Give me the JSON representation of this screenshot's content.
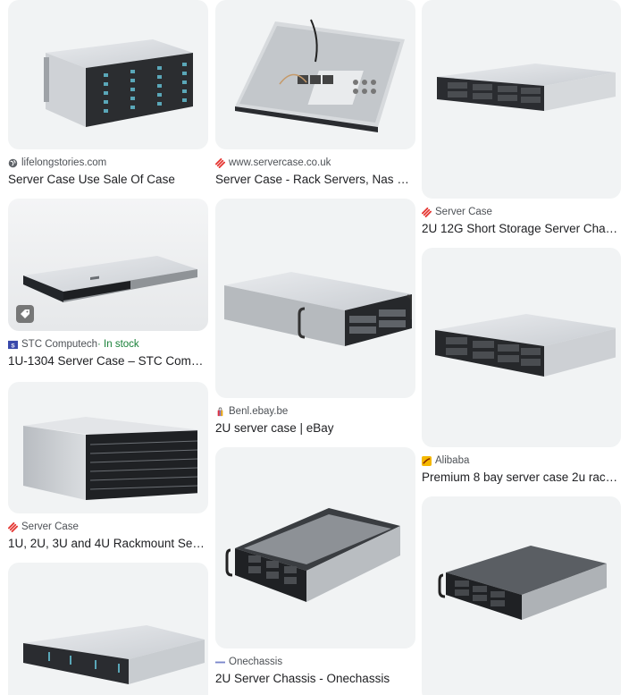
{
  "results": {
    "col1": [
      {
        "source": "lifelongstories.com",
        "favicon": "globe-icon",
        "title": "Server Case Use Sale Of Case",
        "image": "4u-24-bay-server-case"
      },
      {
        "source": "STC Computech",
        "extra": " · In stock",
        "favicon": "stc-logo-icon",
        "title": "1U-1304 Server Case – STC Compu…",
        "image": "1u-server-case",
        "badge": "product-tag-icon"
      },
      {
        "source": "Server Case",
        "favicon": "servercase-logo-icon",
        "title": "1U, 2U, 3U and 4U Rackmount Serv…",
        "image": "4u-24-bay-rackmount"
      },
      {
        "source": "",
        "favicon": "",
        "title": "",
        "image": "2u-8-bay-server"
      }
    ],
    "col2": [
      {
        "source": "www.servercase.co.uk",
        "favicon": "servercase-logo-icon",
        "title": "Server Case - Rack Servers, Nas Ca…",
        "image": "1u-open-chassis"
      },
      {
        "source": "Benl.ebay.be",
        "favicon": "ebay-bag-icon",
        "title": "2U server case | eBay",
        "image": "2u-server-case"
      },
      {
        "source": "Onechassis",
        "favicon": "onechassis-logo-icon",
        "title": "2U Server Chassis - Onechassis",
        "image": "2u-open-chassis"
      }
    ],
    "col3": [
      {
        "source": "Server Case",
        "favicon": "servercase-logo-icon",
        "title": "2U 12G Short Storage Server Chass…",
        "image": "2u-short-storage"
      },
      {
        "source": "Alibaba",
        "favicon": "alibaba-logo-icon",
        "title": "Premium 8 bay server case 2u rack…",
        "image": "2u-8-bay-premium"
      },
      {
        "source": "",
        "favicon": "",
        "title": "",
        "image": "2u-8-bay-dark"
      }
    ]
  },
  "colors": {
    "thumb_bg": "#f1f3f4",
    "source_text": "#4d5156",
    "title_text": "#202124",
    "in_stock": "#188038",
    "servercase_red": "#e53935"
  }
}
